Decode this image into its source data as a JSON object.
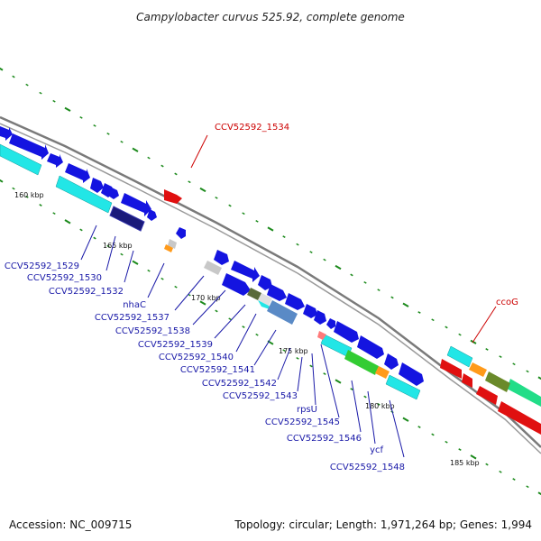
{
  "title": "Campylobacter curvus 525.92, complete genome",
  "footer": {
    "accession": "Accession: NC_009715",
    "topology": "Topology: circular; Length: 1,971,264 bp; Genes: 1,994"
  },
  "scale_labels": [
    "160 kbp",
    "165 kbp",
    "170 kbp",
    "175 kbp",
    "180 kbp",
    "185 kbp"
  ],
  "gene_labels": [
    {
      "text": "CCV52592_1534",
      "color": "#cc0000"
    },
    {
      "text": "ccoG",
      "color": "#cc0000"
    },
    {
      "text": "CCV52592_1529",
      "color": "#1a1aa8"
    },
    {
      "text": "CCV52592_1530",
      "color": "#1a1aa8"
    },
    {
      "text": "CCV52592_1532",
      "color": "#1a1aa8"
    },
    {
      "text": "nhaC",
      "color": "#1a1aa8"
    },
    {
      "text": "CCV52592_1537",
      "color": "#1a1aa8"
    },
    {
      "text": "CCV52592_1538",
      "color": "#1a1aa8"
    },
    {
      "text": "CCV52592_1539",
      "color": "#1a1aa8"
    },
    {
      "text": "CCV52592_1540",
      "color": "#1a1aa8"
    },
    {
      "text": "CCV52592_1541",
      "color": "#1a1aa8"
    },
    {
      "text": "CCV52592_1542",
      "color": "#1a1aa8"
    },
    {
      "text": "CCV52592_1543",
      "color": "#1a1aa8"
    },
    {
      "text": "rpsU",
      "color": "#1a1aa8"
    },
    {
      "text": "CCV52592_1545",
      "color": "#1a1aa8"
    },
    {
      "text": "CCV52592_1546",
      "color": "#1a1aa8"
    },
    {
      "text": "ycf",
      "color": "#1a1aa8"
    },
    {
      "text": "CCV52592_1548",
      "color": "#1a1aa8"
    }
  ],
  "colors": {
    "backbone": "#8a8a8a",
    "forward_gene": "#1414e0",
    "reverse_gene": "#e01010",
    "rna": "#22e6e6",
    "tick_green": "#1c8a1c"
  }
}
